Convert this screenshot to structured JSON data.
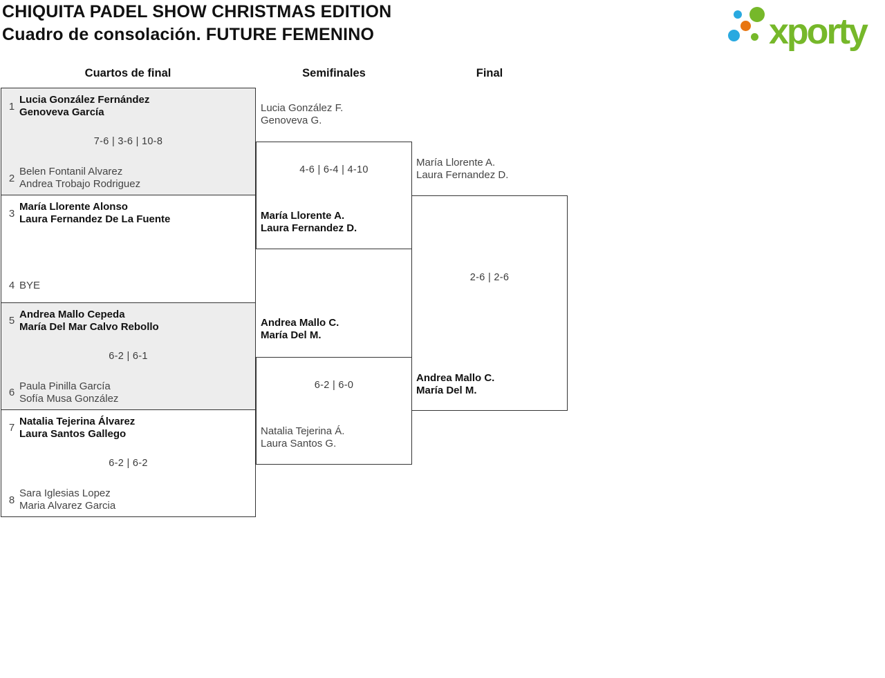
{
  "header": {
    "title_line1": "CHIQUITA PADEL SHOW CHRISTMAS EDITION",
    "title_line2": "Cuadro de consolación. FUTURE FEMENINO"
  },
  "logo": {
    "text": "xporty",
    "colors": {
      "green": "#76B82A",
      "blue": "#29A9E0",
      "orange": "#E87611"
    }
  },
  "rounds": {
    "quarterfinals_label": "Cuartos de final",
    "semifinals_label": "Semifinales",
    "final_label": "Final"
  },
  "quarterfinals": [
    {
      "seed1": "1",
      "team1_line1": "Lucia González Fernández",
      "team1_line2": "Genoveva García",
      "team1_winner": true,
      "score": "7-6 | 3-6 | 10-8",
      "seed2": "2",
      "team2_line1": "Belen Fontanil Alvarez",
      "team2_line2": "Andrea Trobajo Rodriguez",
      "team2_winner": false
    },
    {
      "seed1": "3",
      "team1_line1": "María Llorente Alonso",
      "team1_line2": "Laura Fernandez De La Fuente",
      "team1_winner": true,
      "score": "",
      "seed2": "4",
      "team2_line1": "BYE",
      "team2_line2": "",
      "team2_winner": false
    },
    {
      "seed1": "5",
      "team1_line1": "Andrea Mallo Cepeda",
      "team1_line2": "María Del Mar Calvo Rebollo",
      "team1_winner": true,
      "score": "6-2 | 6-1",
      "seed2": "6",
      "team2_line1": "Paula Pinilla García",
      "team2_line2": "Sofía Musa González",
      "team2_winner": false
    },
    {
      "seed1": "7",
      "team1_line1": "Natalia Tejerina Álvarez",
      "team1_line2": "Laura Santos Gallego",
      "team1_winner": true,
      "score": "6-2 | 6-2",
      "seed2": "8",
      "team2_line1": "Sara Iglesias Lopez",
      "team2_line2": "Maria Alvarez Garcia",
      "team2_winner": false
    }
  ],
  "semifinals": [
    {
      "team1_line1": "Lucia González F.",
      "team1_line2": "Genoveva G.",
      "team1_winner": false,
      "score": "4-6 | 6-4 | 4-10",
      "team2_line1": "María Llorente A.",
      "team2_line2": "Laura Fernandez D.",
      "team2_winner": true
    },
    {
      "team1_line1": "Andrea Mallo C.",
      "team1_line2": "María Del M.",
      "team1_winner": true,
      "score": "6-2 | 6-0",
      "team2_line1": "Natalia Tejerina Á.",
      "team2_line2": "Laura Santos G.",
      "team2_winner": false
    }
  ],
  "final": {
    "team1_line1": "María Llorente A.",
    "team1_line2": "Laura Fernandez D.",
    "team1_winner": false,
    "score": "2-6 | 2-6",
    "team2_line1": "Andrea Mallo C.",
    "team2_line2": "María Del M.",
    "team2_winner": true
  }
}
